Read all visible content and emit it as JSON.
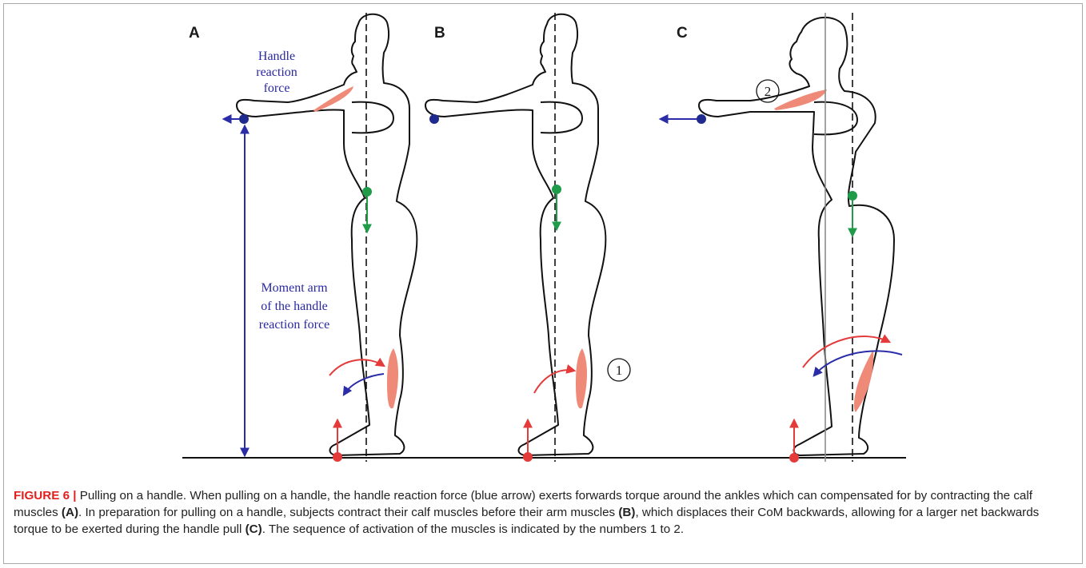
{
  "panels": {
    "a_label": "A",
    "b_label": "B",
    "c_label": "C"
  },
  "annotations": {
    "handle_force_line1": "Handle",
    "handle_force_line2": "reaction",
    "handle_force_line3": "force",
    "moment_arm_line1": "Moment arm",
    "moment_arm_line2": "of the handle",
    "moment_arm_line3": "reaction force",
    "sequence_1": "1",
    "sequence_2": "2"
  },
  "colors": {
    "handle_force": "#2a2ca8",
    "com_arrow": "#1f9b4a",
    "torque_red": "#e53a3a",
    "muscle": "#f08a78",
    "outline": "#111111"
  },
  "caption": {
    "figure_label": "FIGURE 6 |",
    "text_1": " Pulling on a handle. When pulling on a handle, the handle reaction force (blue arrow) exerts forwards torque around the ankles which can compensated for by contracting the calf muscles ",
    "ref_a": "(A)",
    "text_2": ". In preparation for pulling on a handle, subjects contract their calf muscles before their arm muscles ",
    "ref_b": "(B)",
    "text_3": ", which displaces their CoM backwards, allowing for a larger net backwards torque to be exerted during the handle pull ",
    "ref_c": "(C)",
    "text_4": ". The sequence of activation of the muscles is indicated by the numbers 1 to 2."
  }
}
